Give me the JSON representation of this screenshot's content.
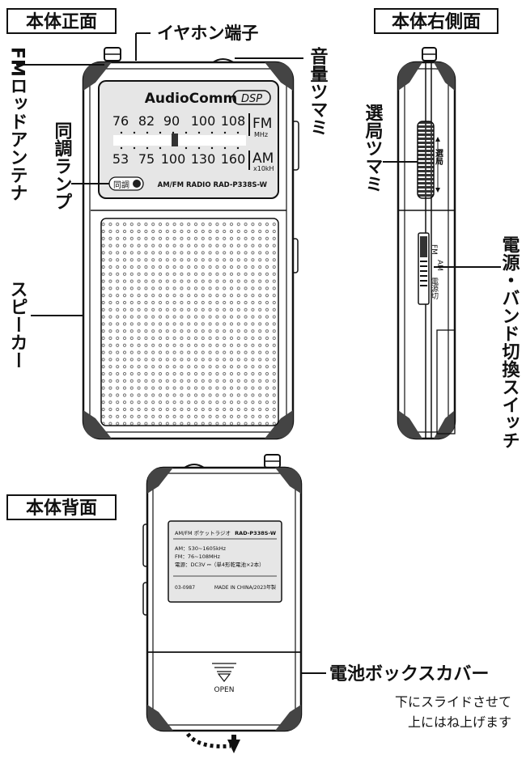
{
  "sections": {
    "front": "本体正面",
    "right": "本体右側面",
    "back": "本体背面"
  },
  "labels": {
    "earphone": "イヤホン端子",
    "antenna": "FMロッドアンテナ",
    "volume": "音量ツマミ",
    "tuning_lamp": "同調ランプ",
    "speaker": "スピーカー",
    "tuning_knob": "選局ツマミ",
    "power_switch": "電源・バンド切換スイッチ",
    "battery_cover": "電池ボックスカバー",
    "cover_note_1": "下にスライドさせて",
    "cover_note_2": "上にはね上げます"
  },
  "front_panel": {
    "brand": "AudioComm",
    "dsp_badge": "DSP",
    "fm_scale": [
      "76",
      "82",
      "90",
      "100",
      "108"
    ],
    "fm_band": "FM",
    "fm_unit": "MHz",
    "am_scale": [
      "53",
      "75",
      "100",
      "130",
      "160"
    ],
    "am_band": "AM",
    "am_unit": "x10kH",
    "lamp_label": "同調",
    "model_line": "AM/FM RADIO RAD-P338S-W"
  },
  "side_panel": {
    "tuning_arrow_label": "選局",
    "switch_labels": [
      "FM",
      "AM",
      "電源切"
    ]
  },
  "back_label": {
    "title": "AM/FM ポケットラジオ",
    "model": "RAD-P338S-W",
    "am_spec": "AM：530~1605kHz",
    "fm_spec": "FM：76~108MHz",
    "power_spec": "電源：DC3V ⎓（単4形乾電池×2本）",
    "code": "03-0987",
    "made_in": "MADE IN CHINA/2023年製"
  },
  "cover": {
    "open_text": "OPEN"
  }
}
